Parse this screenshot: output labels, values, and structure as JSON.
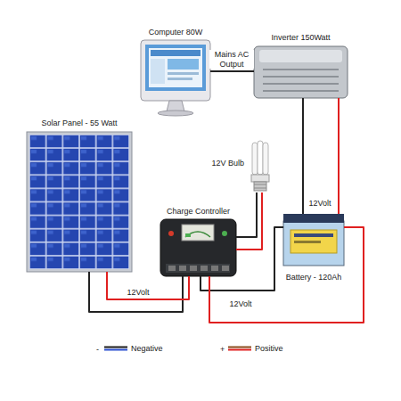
{
  "diagram": {
    "nodes": [
      {
        "text": [
          "Computer 80W"
        ]
      },
      {
        "text": [
          "Inverter 150Watt"
        ]
      },
      {
        "text": [
          "Solar Panel - 55 Watt"
        ]
      },
      {
        "text": [
          "12V Bulb"
        ]
      },
      {
        "text": [
          "Charge Controller"
        ]
      },
      {
        "text": [
          "Battery - 120Ah"
        ]
      }
    ],
    "edges": [
      {
        "from": 0,
        "to": 1,
        "arrow": "none",
        "label": "Mains AC Output"
      },
      {
        "from": 1,
        "to": 5,
        "arrow": "none",
        "label": "12Volt"
      },
      {
        "from": 2,
        "to": 4,
        "arrow": "none",
        "label": "12Volt"
      },
      {
        "from": 3,
        "to": 4,
        "arrow": "none"
      },
      {
        "from": 4,
        "to": 5,
        "arrow": "none",
        "label": "12Volt"
      }
    ],
    "labels": [
      "-",
      "+"
    ],
    "legend": [
      {
        "text": "Negative"
      },
      {
        "text": "Positive"
      }
    ]
  }
}
